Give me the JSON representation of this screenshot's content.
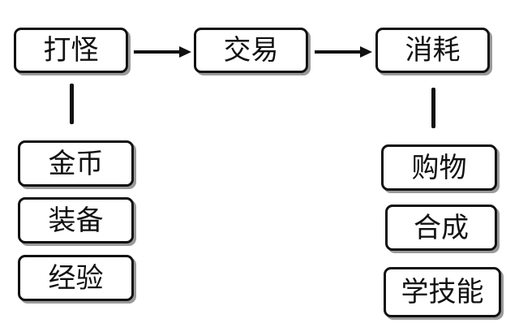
{
  "flow": {
    "step1": "打怪",
    "step2": "交易",
    "step3": "消耗"
  },
  "left_items": [
    "金币",
    "装备",
    "经验"
  ],
  "right_items": [
    "购物",
    "合成",
    "学技能"
  ],
  "colors": {
    "stroke": "#111111",
    "shadow": "#9a9a9a",
    "background": "#ffffff"
  }
}
